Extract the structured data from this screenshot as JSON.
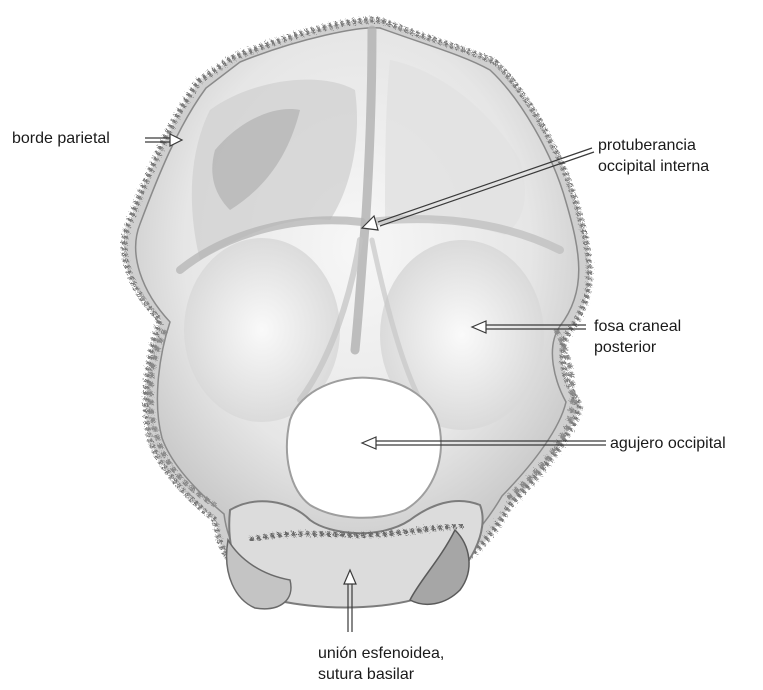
{
  "labels": {
    "borde_parietal": [
      "borde parietal"
    ],
    "protuberancia": [
      "protuberancia",
      "occipital interna"
    ],
    "fosa": [
      "fosa craneal",
      "posterior"
    ],
    "agujero": [
      "agujero occipital"
    ],
    "union": [
      "unión esfenoidea,",
      "sutura basilar"
    ]
  },
  "colors": {
    "bone_light": "#f4f4f4",
    "bone_mid": "#d4d4d4",
    "bone_dark": "#9a9a9a",
    "outline": "#6e6e6e",
    "arrow": "#3a3a3a"
  }
}
